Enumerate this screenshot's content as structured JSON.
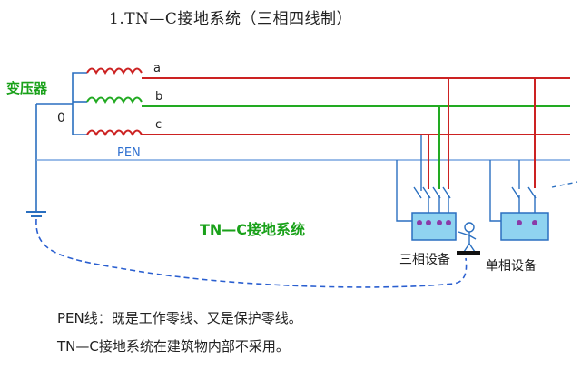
{
  "title": "1.TN—C接地系统（三相四线制）",
  "transformer_label": "变压器",
  "phase_labels": {
    "a": "a",
    "b": "b",
    "c": "c"
  },
  "neutral_point_label": "0",
  "pen_label": "PEN",
  "system_label": "TN—C接地系统",
  "three_phase_equipment_label": "三相设备",
  "single_phase_equipment_label": "单相设备",
  "notes": {
    "pen_note": "PEN线：既是工作零线、又是保护零线。",
    "tn_note": "TN—C接地系统在建筑物内部不采用。"
  },
  "colors": {
    "phase_a": "#cc2222",
    "phase_b": "#22aa22",
    "phase_c": "#cc2222",
    "pen_line": "#7aa6e0",
    "equipment_fill": "#8fd3f0",
    "equipment_border": "#2a6fc0",
    "terminal": "#8a3aa8",
    "ground_dashed": "#2a5fd0"
  }
}
